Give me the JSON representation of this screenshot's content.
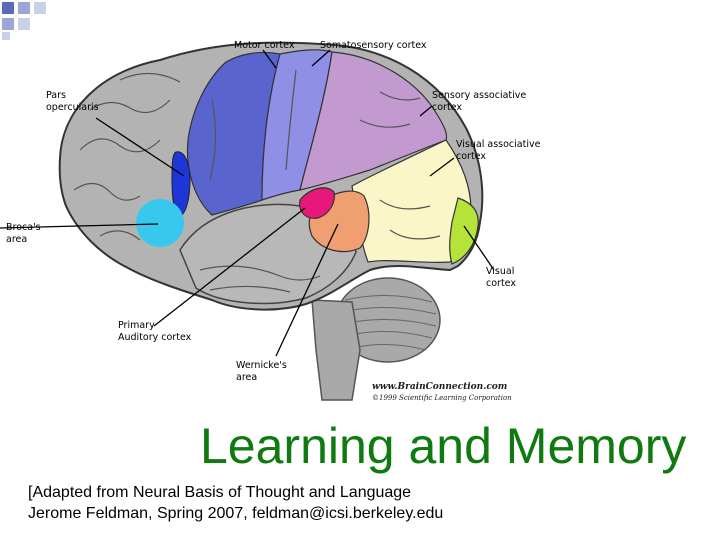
{
  "labels": {
    "motor_cortex": "Motor cortex",
    "somatosensory_cortex": "Somatosensory cortex",
    "pars_opercularis": "Pars\nopercularis",
    "sensory_associative_cortex": "Sensory associative\ncortex",
    "visual_associative_cortex": "Visual associative\ncortex",
    "brocas_area": "Broca's\narea",
    "visual_cortex": "Visual\ncortex",
    "primary_auditory_cortex": "Primary\nAuditory cortex",
    "wernickes_area": "Wernicke's\narea"
  },
  "credit": {
    "site": "www.BrainConnection.com",
    "copyright": "©1999 Scientific Learning Corporation"
  },
  "title": "Learning and Memory",
  "subtitle": "[Adapted from Neural Basis of Thought and Language\nJerome Feldman, Spring 2007, feldman@icsi.berkeley.edu",
  "colors": {
    "title_green": "#0f7a0f",
    "motor": "#5a64cf",
    "somatosensory": "#8f8fe6",
    "sensory_associative": "#c39ad0",
    "visual_associative": "#fbf6c8",
    "broca": "#38c8ee",
    "pars_opercularis": "#1e36d8",
    "visual": "#b6e33a",
    "auditory": "#f0a070",
    "wernicke": "#e6197a",
    "brain_gray": "#b3b3b3"
  }
}
